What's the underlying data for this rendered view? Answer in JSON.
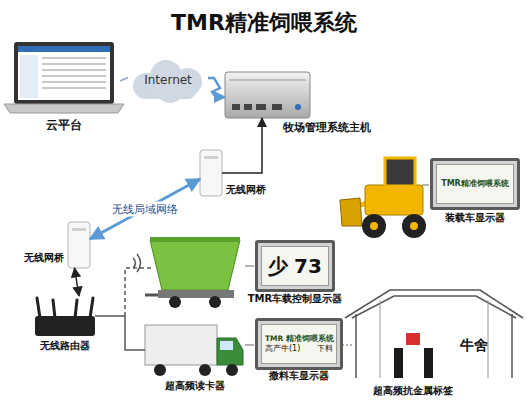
{
  "diagram": {
    "title": "TMR精准饲喂系统",
    "nodes": [
      {
        "text": [
          "云平台"
        ]
      },
      {
        "text": [
          "Internet"
        ]
      },
      {
        "text": [
          "牧场管理系统主机"
        ]
      },
      {
        "text": [
          "无线网桥"
        ]
      },
      {
        "text": [
          "TMR精准饲喂系统",
          "装载车显示器"
        ]
      },
      {
        "text": [
          "无线网桥"
        ]
      },
      {
        "text": [
          "无线路由器"
        ]
      },
      {
        "text": [
          "少",
          "73",
          "TMR车载控制显示器"
        ]
      },
      {
        "text": [
          "超高频读卡器"
        ]
      },
      {
        "text": [
          "TMR 精准饲喂系统",
          "高产牛(1)",
          "下料",
          "撒料车显示器"
        ]
      },
      {
        "text": [
          "牛舍"
        ]
      },
      {
        "text": [
          "超高频抗金属标签"
        ],
        "in": 10
      }
    ],
    "edges": [
      {
        "from": 0,
        "to": 1,
        "arrow": "none"
      },
      {
        "from": 1,
        "to": 2,
        "arrow": "to"
      },
      {
        "from": 3,
        "to": 2,
        "arrow": "to"
      },
      {
        "from": 3,
        "to": 5,
        "label": "无线局域网络",
        "arrow": "both"
      },
      {
        "from": 5,
        "to": 6,
        "arrow": "both"
      },
      {
        "from": 6,
        "to": 8,
        "arrow": "none"
      }
    ]
  }
}
